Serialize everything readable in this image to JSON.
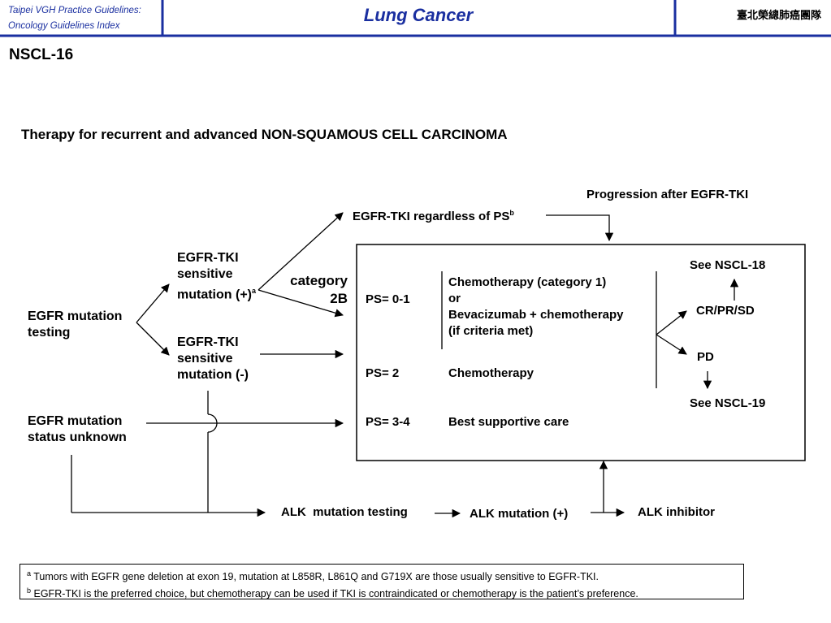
{
  "header": {
    "left_line1": "Taipei VGH Practice Guidelines:",
    "left_line2": "Oncology Guidelines Index",
    "title": "Lung Cancer",
    "right": "臺北榮總肺癌團隊"
  },
  "page_code": "NSCL-16",
  "heading": "Therapy for recurrent and advanced NON-SQUAMOUS CELL CARCINOMA",
  "egfr_testing": {
    "line1": "EGFR mutation",
    "line2": "testing"
  },
  "egfr_unknown": {
    "line1": "EGFR mutation",
    "line2": "status unknown"
  },
  "sensitive_pos": {
    "line1": "EGFR-TKI",
    "line2": "sensitive",
    "line3": "mutation (+)",
    "sup": "a"
  },
  "sensitive_neg": {
    "line1": "EGFR-TKI",
    "line2": "sensitive",
    "line3": "mutation (-)"
  },
  "category": {
    "line1": "category",
    "line2": "2B"
  },
  "tki_regardless": {
    "text": "EGFR-TKI regardless of PS",
    "sup": "b"
  },
  "progression": "Progression after EGFR-TKI",
  "box": {
    "ps01": "PS= 0-1",
    "ps01_chemo": "Chemotherapy (category 1)",
    "ps01_or": "or",
    "ps01_bev": "Bevacizumab + chemotherapy",
    "ps01_criteria": "(if criteria met)",
    "ps2": "PS= 2",
    "ps2_tx": "Chemotherapy",
    "ps34": "PS= 3-4",
    "ps34_tx": "Best supportive care",
    "see18": "See NSCL-18",
    "crprsd": "CR/PR/SD",
    "pd": "PD",
    "see19": "See NSCL-19"
  },
  "alk": {
    "testing": "ALK  mutation testing",
    "positive": "ALK mutation (+)",
    "inhibitor": "ALK inhibitor"
  },
  "footnotes": {
    "a_mark": "a",
    "a_text": "Tumors with EGFR gene deletion at exon 19, mutation at L858R, L861Q and G719X are those usually sensitive to EGFR-TKI.",
    "b_mark": "b",
    "b_text": "EGFR-TKI is the preferred choice, but chemotherapy can be used if TKI is contraindicated or chemotherapy is the patient’s preference."
  },
  "colors": {
    "header_blue": "#1a2fa0",
    "line": "#000000"
  }
}
